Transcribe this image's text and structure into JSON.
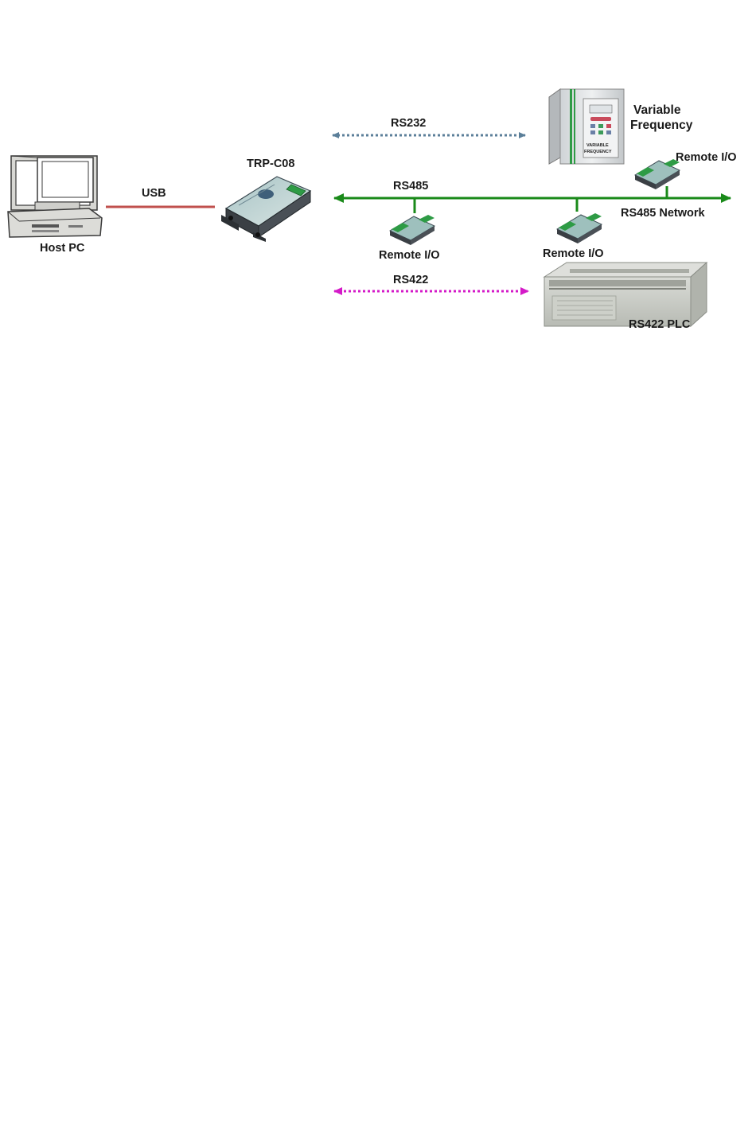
{
  "labels": {
    "host_pc": "Host PC",
    "usb": "USB",
    "converter": "TRP-C08",
    "rs232": "RS232",
    "rs485": "RS485",
    "rs422": "RS422",
    "vfd_line1": "Variable",
    "vfd_line2": "Frequency",
    "vfd_panel_line1": "VARIABLE",
    "vfd_panel_line2": "FREQUENCY",
    "remote_io_1": "Remote I/O",
    "remote_io_2": "Remote I/O",
    "remote_io_3": "Remote I/O",
    "rs485_network": "RS485 Network",
    "rs422_plc": "RS422 PLC"
  },
  "colors": {
    "usb_line": "#c0504d",
    "rs232_line": "#5b7f99",
    "rs485_line": "#1a8a1a",
    "rs422_line": "#d41ac8",
    "device_teal": "#6fa3a0",
    "device_green": "#2e9b45"
  },
  "icons": {
    "host_pc": "desktop-computer-icon",
    "converter": "usb-serial-converter-icon",
    "vfd": "variable-frequency-drive-icon",
    "remote_io": "remote-io-module-icon",
    "plc": "plc-icon"
  }
}
